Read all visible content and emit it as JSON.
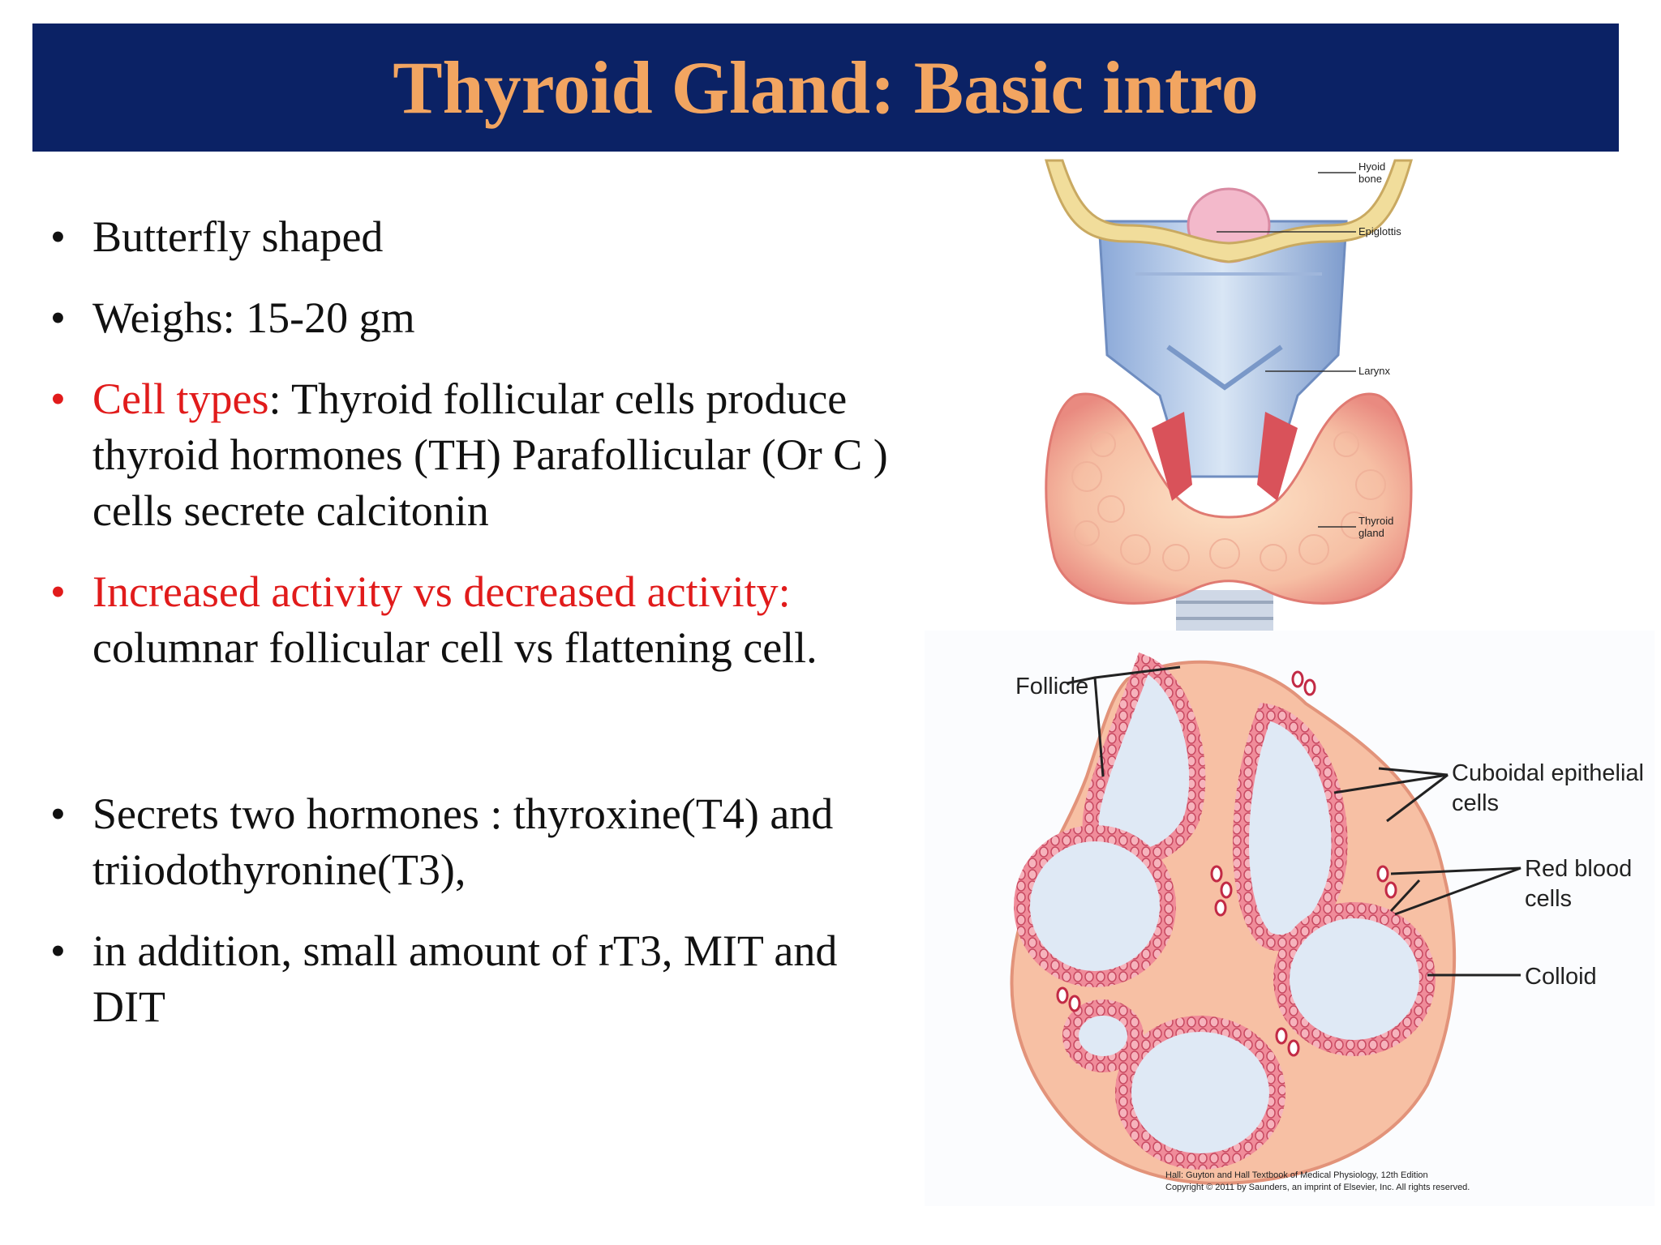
{
  "slide": {
    "title": "Thyroid Gland: Basic intro",
    "bullet_char": "•",
    "bullets": [
      {
        "text": "Butterfly shaped"
      },
      {
        "text": "Weighs: 15-20 gm"
      },
      {
        "highlight": "Cell types",
        "text": ": Thyroid follicular cells produce thyroid hormones (TH) Parafollicular (Or C ) cells secrete calcitonin"
      },
      {
        "highlight": "Increased activity vs decreased activity:",
        "text": " columnar follicular cell vs flattening cell."
      },
      {
        "text": "Secrets two hormones : thyroxine(T4) and triiodothyronine(T3),"
      },
      {
        "text": "in addition, small amount of rT3, MIT and DIT"
      }
    ]
  },
  "anatomy_figure": {
    "labels": {
      "hyoid_1": "Hyoid",
      "hyoid_2": "bone",
      "epiglottis": "Epiglottis",
      "larynx": "Larynx",
      "thyroid_1": "Thyroid",
      "thyroid_2": "gland"
    }
  },
  "histology_figure": {
    "labels": {
      "follicle": "Follicle",
      "cuboidal_1": "Cuboidal epithelial",
      "cuboidal_2": "cells",
      "rbc_1": "Red blood",
      "rbc_2": "cells",
      "colloid": "Colloid"
    },
    "credit_1": "Hall: Guyton and Hall Textbook of Medical Physiology, 12th Edition",
    "credit_2": "Copyright © 2011 by Saunders, an imprint of Elsevier, Inc. All rights reserved."
  },
  "colors": {
    "title_bar": "#0b2265",
    "title_text": "#f2a561",
    "highlight": "#e11b1b"
  }
}
